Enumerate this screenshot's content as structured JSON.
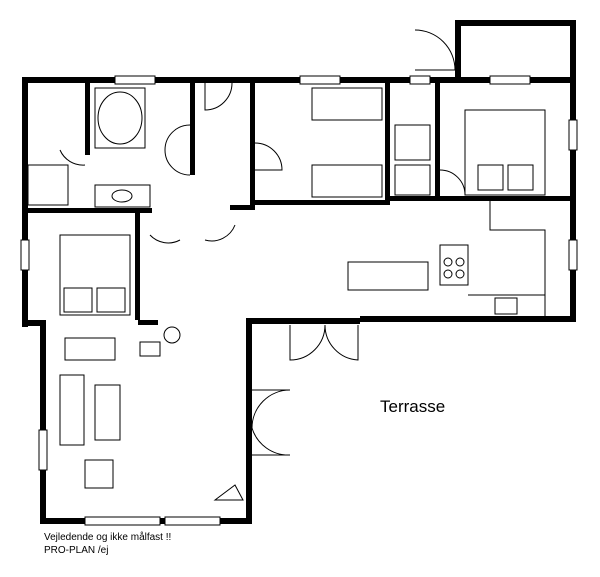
{
  "labels": {
    "terrace": "Terrasse",
    "disclaimer": "Vejledende og ikke målfast !!",
    "author": "PRO-PLAN /ej"
  }
}
